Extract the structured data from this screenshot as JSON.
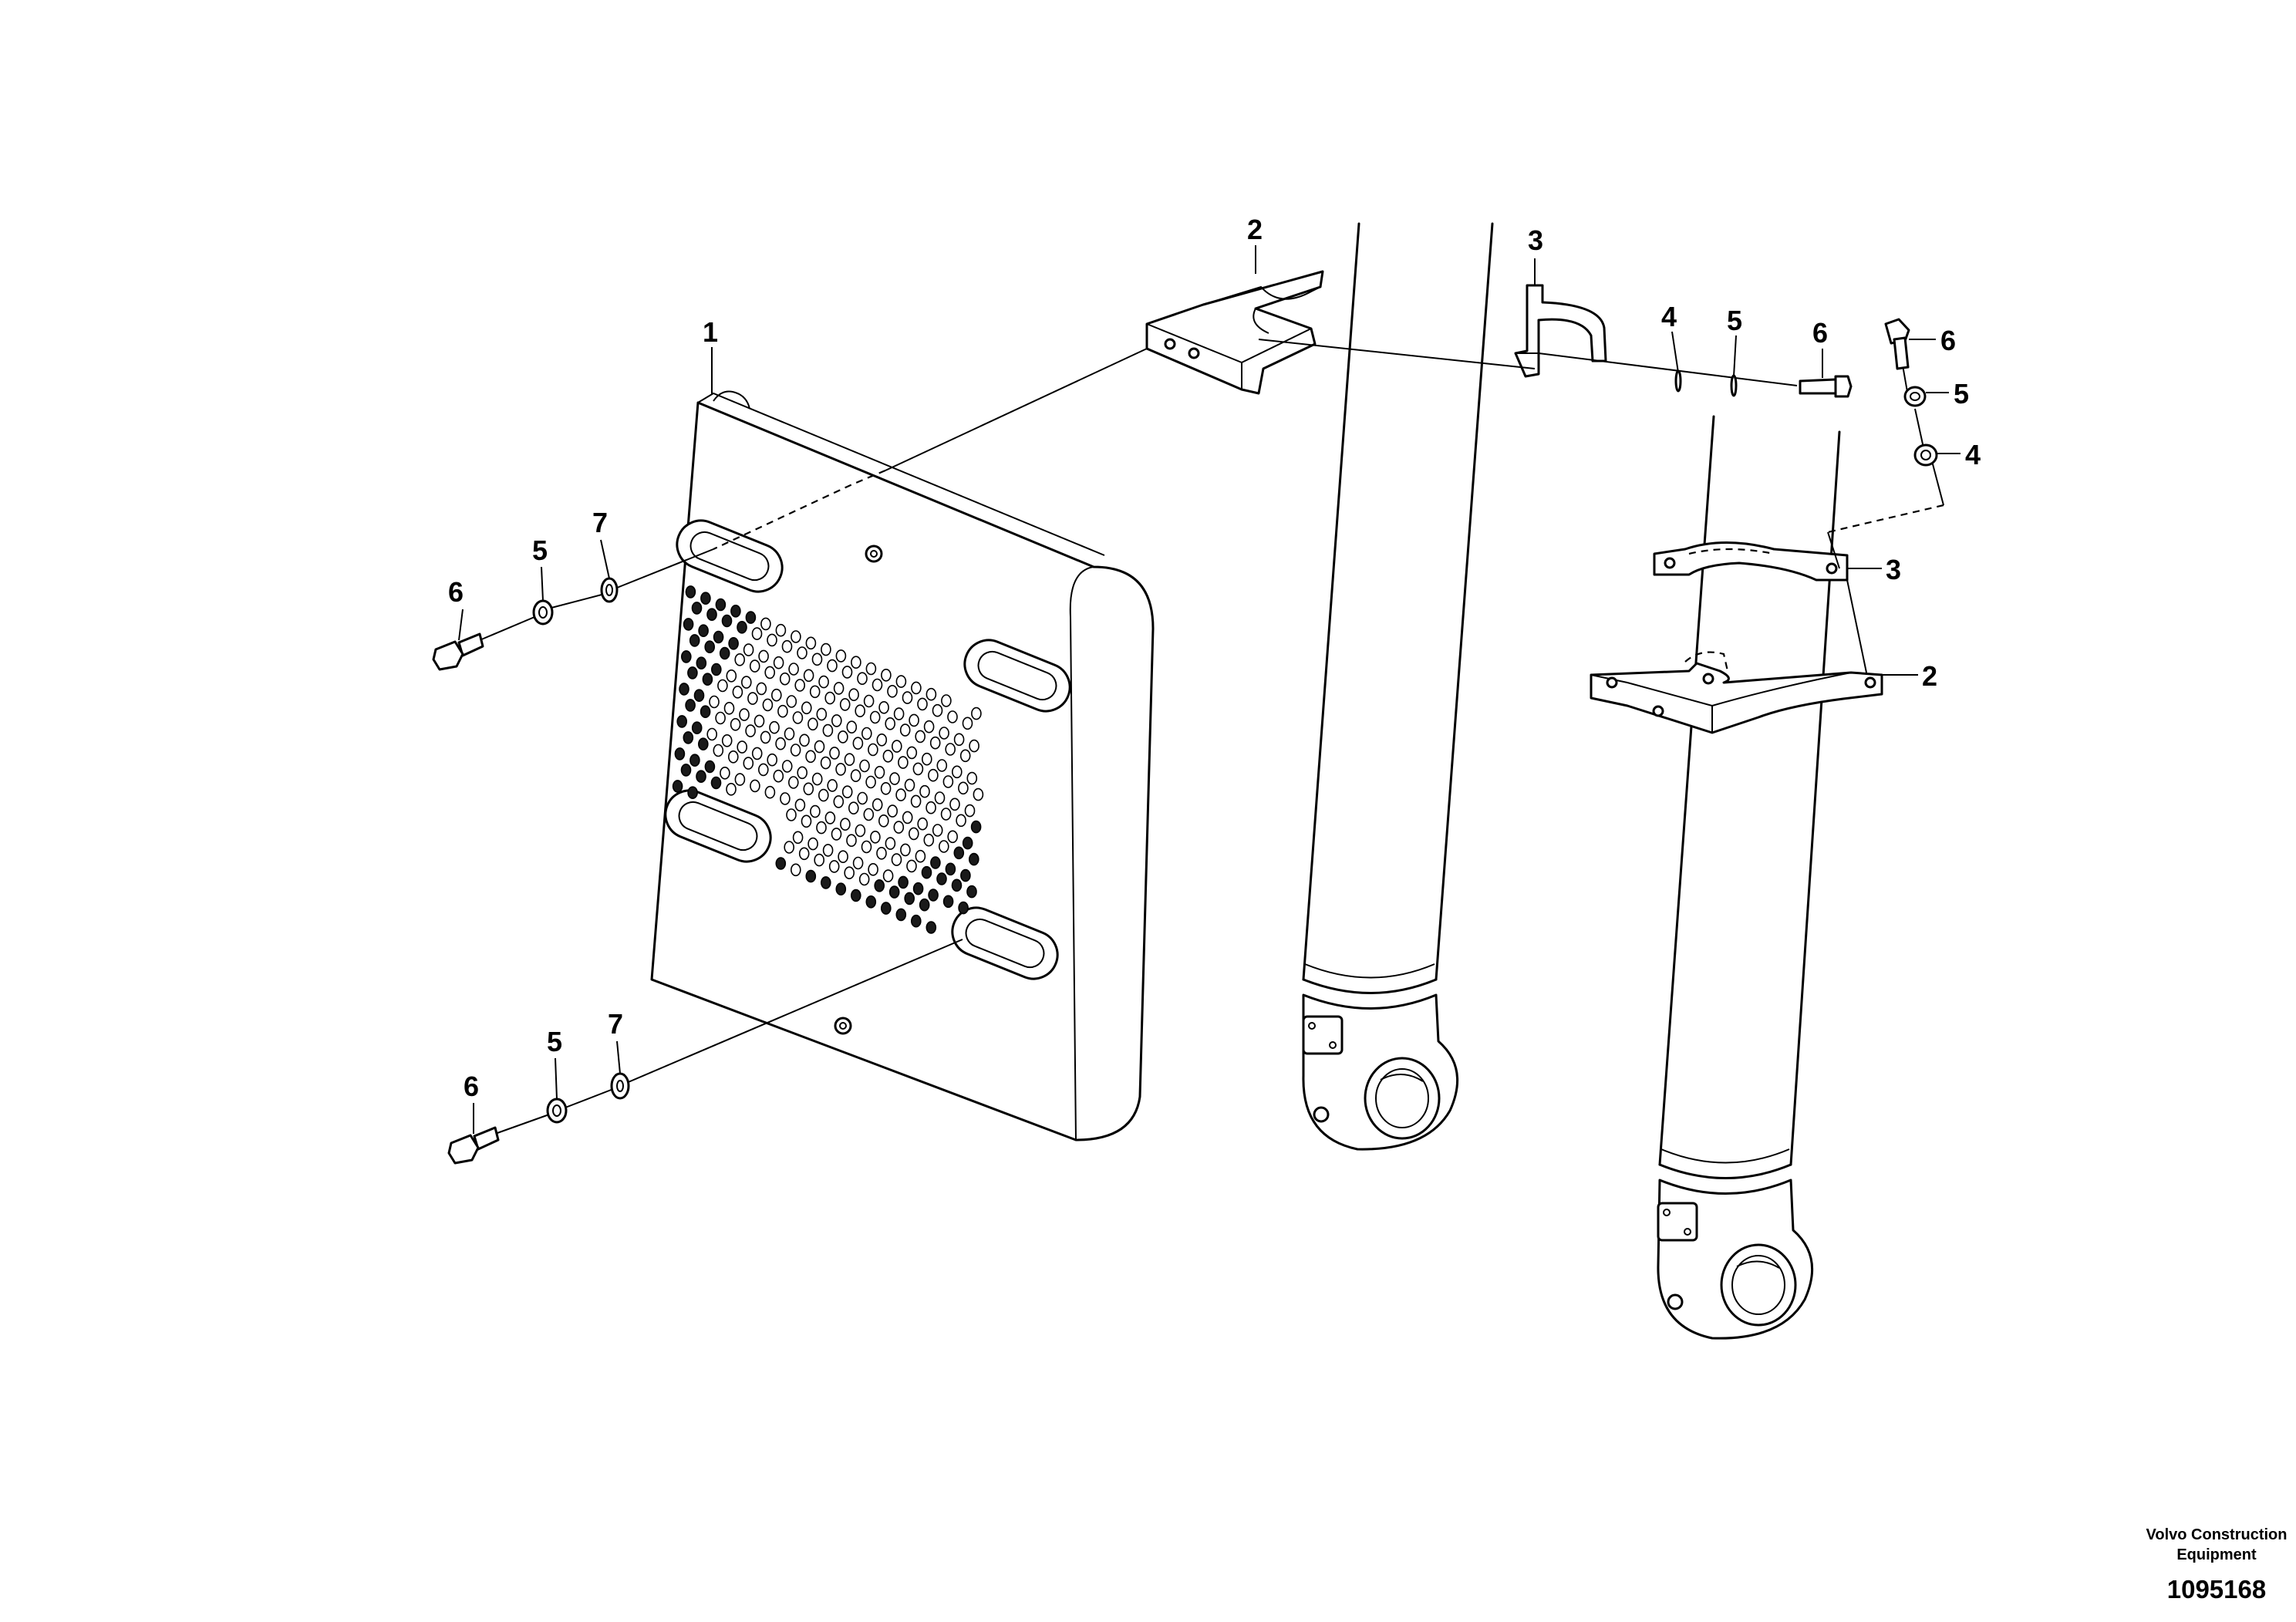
{
  "callouts": {
    "guard": "1",
    "bracket_top": "2",
    "bracket_right": "2",
    "clamp_top": "3",
    "clamp_right": "3",
    "washer_top": "4",
    "washer_right": "4",
    "lockwasher_top": "5",
    "lockwasher_right": "5",
    "lockwasher_left_upper": "5",
    "lockwasher_left_lower": "5",
    "screw_top": "6",
    "screw_right": "6",
    "screw_left_upper": "6",
    "screw_left_lower": "6",
    "spacer_left_upper": "7",
    "spacer_left_lower": "7"
  },
  "footer": {
    "brand_line1": "Volvo Construction",
    "brand_line2": "Equipment",
    "drawing_number": "1095168"
  }
}
